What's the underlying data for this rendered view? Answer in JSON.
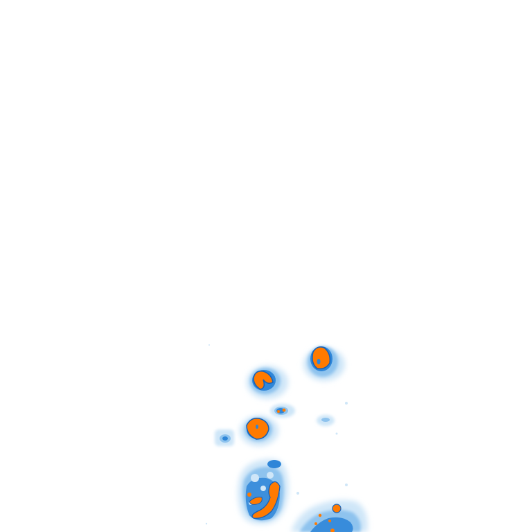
{
  "map": {
    "background_color": "#ffffff",
    "palette": {
      "light": "#cfe6f8",
      "mid": "#8ec3ee",
      "strong": "#2f86d8",
      "edge": "#1560b8",
      "core": "#ff7a00"
    },
    "echo_cells": [
      {
        "id": "cell-top-right",
        "intensity": "high"
      },
      {
        "id": "cell-upper-left",
        "intensity": "high"
      },
      {
        "id": "cell-small-center",
        "intensity": "medium"
      },
      {
        "id": "cell-middle-left",
        "intensity": "high"
      },
      {
        "id": "cell-far-left",
        "intensity": "low"
      },
      {
        "id": "cell-right-faint",
        "intensity": "low"
      },
      {
        "id": "cell-large-lower",
        "intensity": "high"
      },
      {
        "id": "cell-bottom-right",
        "intensity": "high"
      }
    ]
  }
}
